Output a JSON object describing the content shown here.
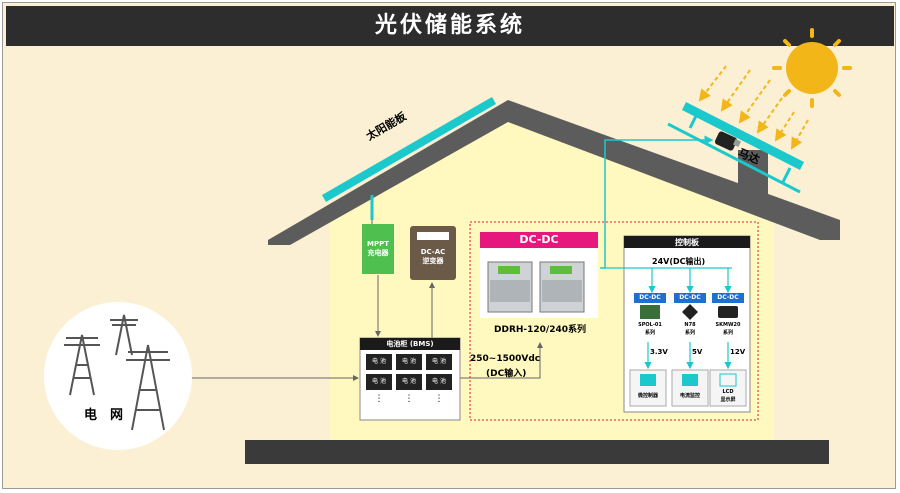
{
  "title": "光伏储能系统",
  "colors": {
    "panel": "#1bc9cc",
    "roof": "#5a5a5a",
    "wall": "#fff8bf",
    "accent": "#e6187e",
    "sun": "#f3b619",
    "mppt": "#4fbf4f",
    "dcdc_blue": "#1f6fd1"
  },
  "solar_panel_label": "太阳能板",
  "motor_label": "马达",
  "mppt": {
    "line1": "MPPT",
    "line2": "充电器"
  },
  "inverter": {
    "line1": "DC-AC",
    "line2": "逆变器"
  },
  "battery": {
    "header": "电池柜 (BMS)",
    "cell_label": "电 池",
    "ellipsis": "⋮"
  },
  "grid_label": "电　网",
  "dcdc_section": {
    "header": "DC-DC",
    "model": "DDRH-120/240系列"
  },
  "dc_input": {
    "line1": "250~1500Vdc",
    "line2": "(DC输入)"
  },
  "control_board": {
    "header": "控制板",
    "bus_label": "24V(DC输出)",
    "converters": [
      {
        "header": "DC-DC",
        "model": "SPOL-01",
        "series": "系列",
        "voltage": "3.3V",
        "load": "微控制器"
      },
      {
        "header": "DC-DC",
        "model": "N78",
        "series": "系列",
        "voltage": "5V",
        "load": "电流监控"
      },
      {
        "header": "DC-DC",
        "model": "SKMW20",
        "series": "系列",
        "voltage": "12V",
        "load": "LCD\n显示屏",
        "load1": "LCD",
        "load2": "显示屏"
      }
    ]
  }
}
